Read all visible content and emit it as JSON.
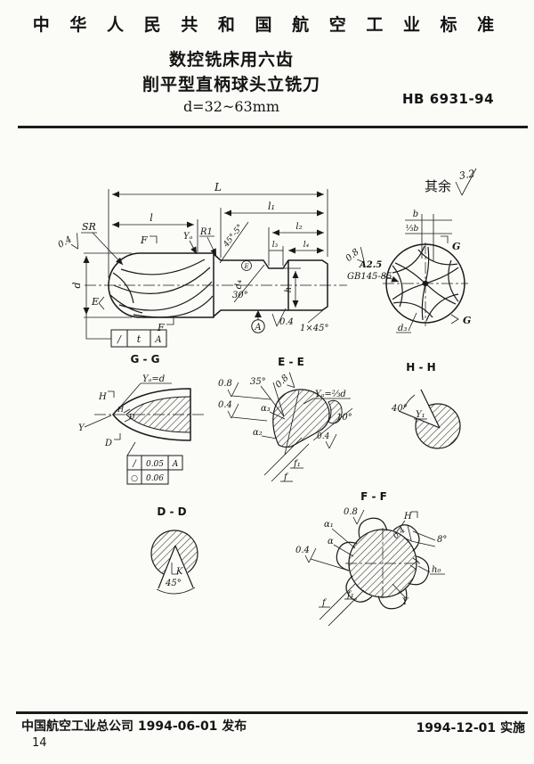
{
  "header": {
    "standard_body": "中 华 人 民 共 和 国 航 空 工 业 标 准"
  },
  "title": {
    "line1": "数控铣床用六齿",
    "line2": "削平型直柄球头立铣刀",
    "line3": "d=32~63mm",
    "standard_no": "HB 6931-94"
  },
  "surface_note": {
    "prefix": "其余",
    "value": "3.2"
  },
  "main_view": {
    "dims": {
      "L": "L",
      "l1": "l₁",
      "l": "l",
      "l2": "l₂",
      "l3": "l₃",
      "l4": "l₄",
      "d": "d",
      "d4": "d₄",
      "h": "h"
    },
    "labels": {
      "sr": "SR",
      "r1": "R1",
      "ya": "Yₐ",
      "f_top": "F",
      "f_bottom": "F",
      "e": "E",
      "lead_angle": "45°-5°",
      "flat_angle": "30°",
      "chamfer": "1×45°",
      "datum": "A",
      "envelope": "E"
    },
    "roughness": {
      "head": "0.4",
      "shank_bottom": "0.4",
      "end_face": "0.8"
    },
    "center_hole": {
      "size": "A2.5",
      "standard": "GB145-85"
    },
    "runout_frame": {
      "symbol": "/",
      "value": "t",
      "datum": "A"
    }
  },
  "end_view": {
    "b": "b",
    "one_third_b": "⅓b",
    "d3": "d₃",
    "g_top": "G",
    "g_bottom": "G"
  },
  "sections": {
    "gg": {
      "title": "G - G",
      "ya_eq": "Yₐ=d",
      "h_arrow": "H",
      "d_arrow": "D",
      "h_inner": "H",
      "d_inner": "D",
      "y": "Y",
      "frame": {
        "row1_symbol": "/",
        "row1_value": "0.05",
        "row1_datum": "A",
        "row2_symbol": "○",
        "row2_value": "0.06"
      }
    },
    "ee": {
      "title": "E - E",
      "angle35": "35°",
      "alpha3": "α₃",
      "alpha2": "α₂",
      "angle10": "10°",
      "ya_eq": "Yₐ=⅔d",
      "r08_left": "0.8",
      "r04_left": "0.4",
      "r08_top": "0.8",
      "r04_right": "0.4",
      "f1": "f₁",
      "f": "f"
    },
    "hh": {
      "title": "H - H",
      "angle40": "40°",
      "y1": "Y₁"
    },
    "dd": {
      "title": "D - D",
      "k": "K",
      "angle45": "45°"
    },
    "ff": {
      "title": "F - F",
      "r08": "0.8",
      "alpha1": "α₁",
      "alpha": "α",
      "r04_left": "0.4",
      "r04_right": "0.4",
      "h_arrow": "H",
      "angle8": "8°",
      "h0": "h₀",
      "f1": "f₁",
      "f": "f",
      "y": "Y"
    }
  },
  "footer": {
    "publisher_line": "中国航空工业总公司 1994-06-01 发布",
    "implement_date": "1994-12-01 实施",
    "page_number": "14"
  }
}
